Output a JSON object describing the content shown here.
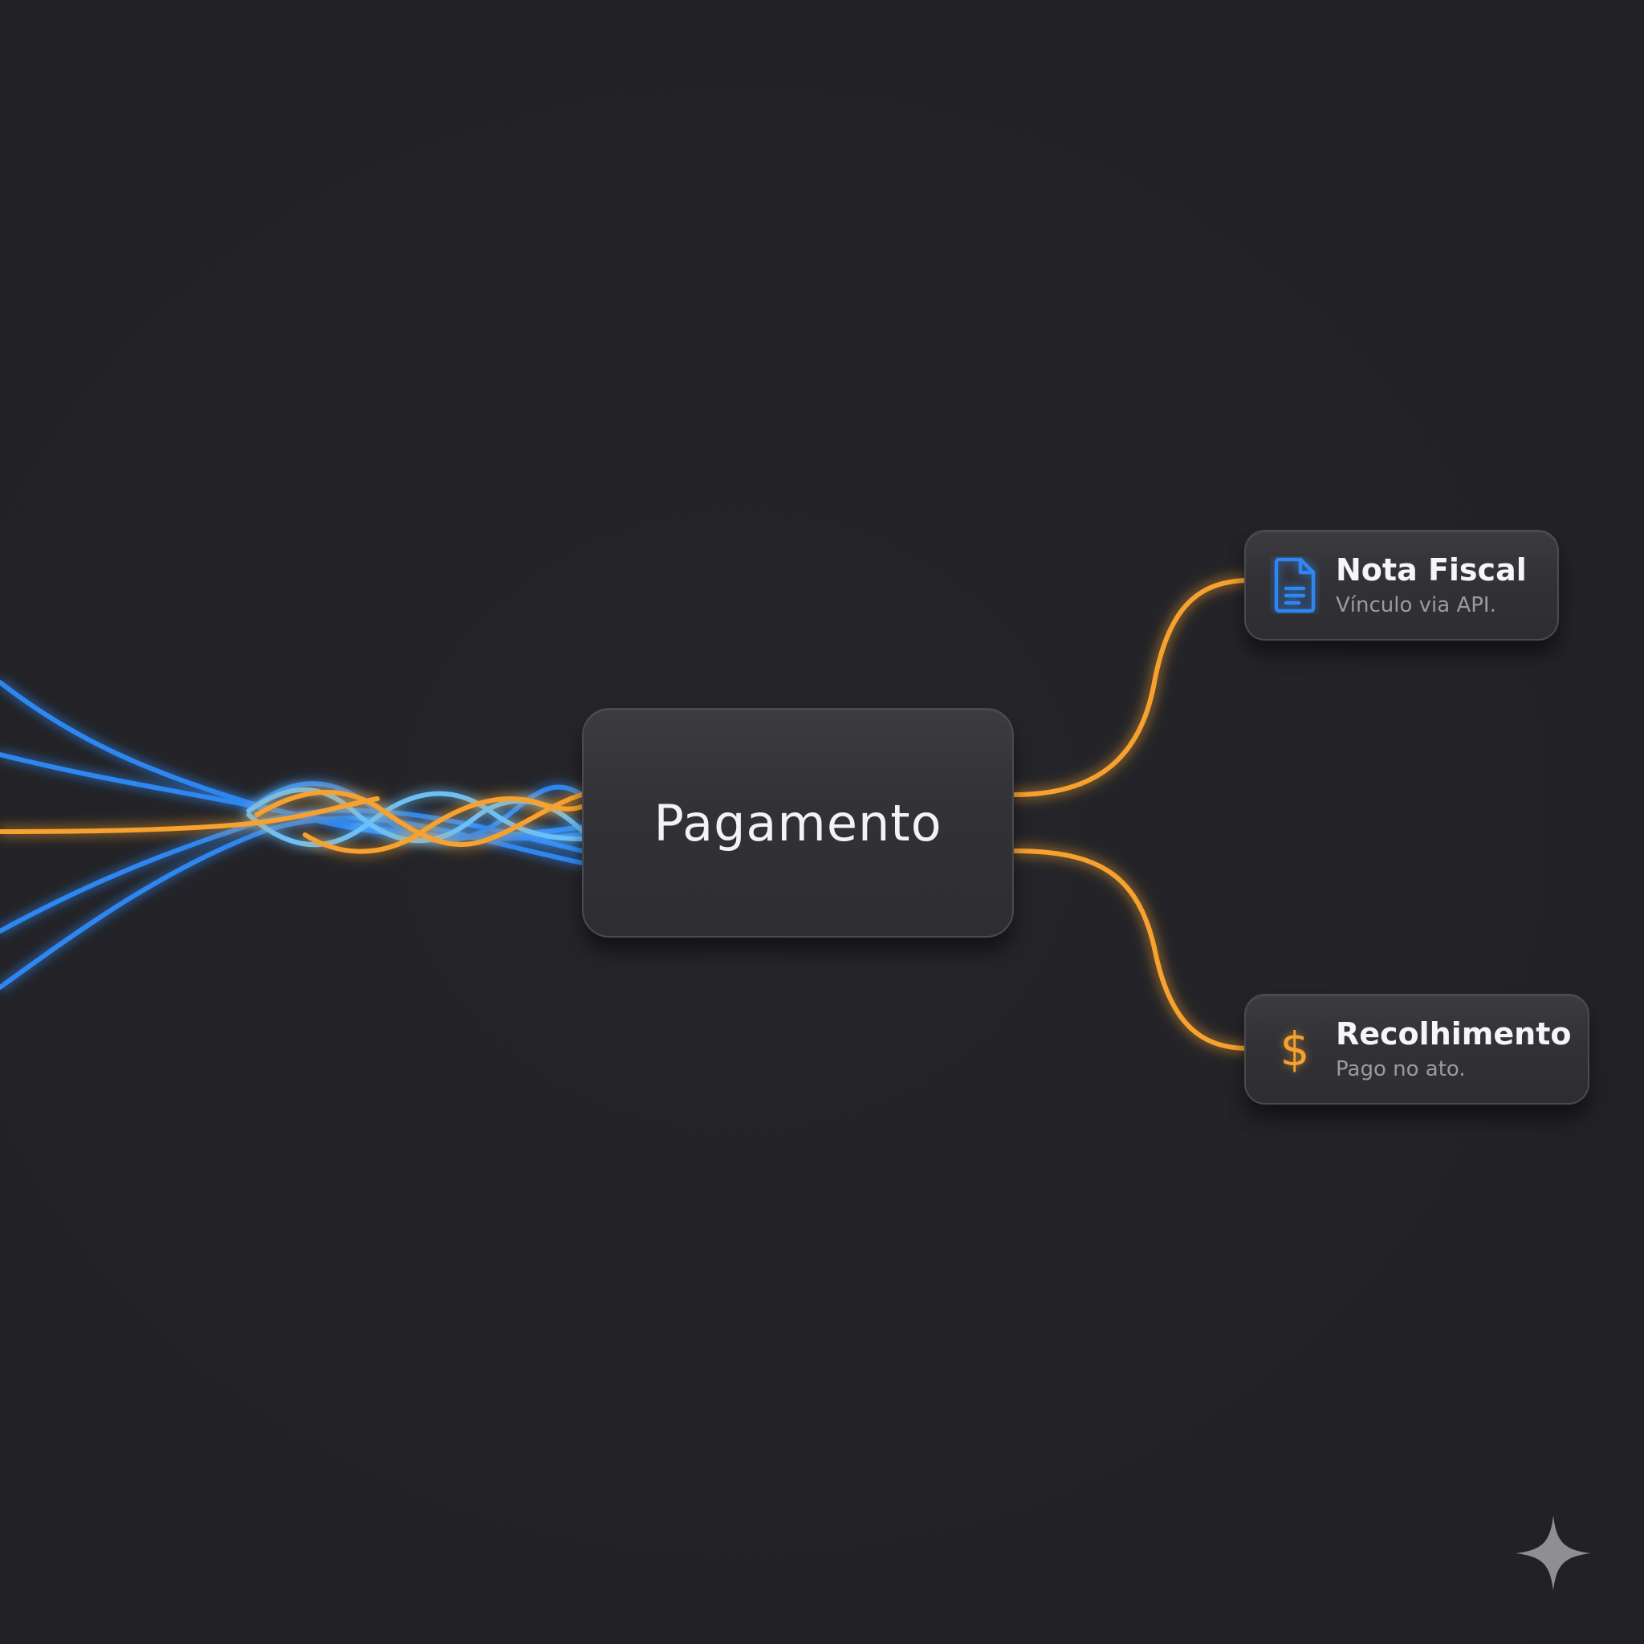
{
  "diagram": {
    "center_node": {
      "label": "Pagamento"
    },
    "outputs": [
      {
        "title": "Nota Fiscal",
        "subtitle": "Vínculo via API.",
        "icon": "document-icon"
      },
      {
        "title": "Recolhimento",
        "subtitle": "Pago no ato.",
        "icon": "dollar-icon",
        "icon_glyph": "$"
      }
    ]
  },
  "colors": {
    "background": "#232327",
    "blue": "#2f86f0",
    "light_blue": "#6cc0f8",
    "orange": "#f7a22f",
    "node_fill": "#323236"
  },
  "watermark": {
    "icon": "sparkle-icon"
  }
}
